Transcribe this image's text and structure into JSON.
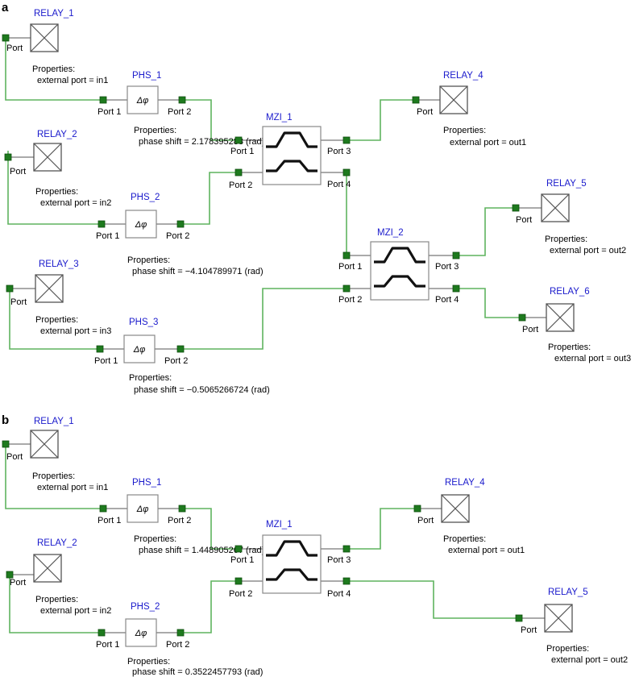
{
  "panels": [
    {
      "label": "a",
      "relays": [
        {
          "name": "RELAY_1",
          "port": "Port",
          "properties_title": "Properties:",
          "property": "external port = in1"
        },
        {
          "name": "RELAY_2",
          "port": "Port",
          "properties_title": "Properties:",
          "property": "external port = in2"
        },
        {
          "name": "RELAY_3",
          "port": "Port",
          "properties_title": "Properties:",
          "property": "external port = in3"
        },
        {
          "name": "RELAY_4",
          "port": "Port",
          "properties_title": "Properties:",
          "property": "external port = out1"
        },
        {
          "name": "RELAY_5",
          "port": "Port",
          "properties_title": "Properties:",
          "property": "external port = out2"
        },
        {
          "name": "RELAY_6",
          "port": "Port",
          "properties_title": "Properties:",
          "property": "external port = out3"
        }
      ],
      "phase_shifters": [
        {
          "name": "PHS_1",
          "symbol": "Δφ",
          "port1": "Port 1",
          "port2": "Port 2",
          "properties_title": "Properties:",
          "property": "phase shift = 2.178395288 (rad)"
        },
        {
          "name": "PHS_2",
          "symbol": "Δφ",
          "port1": "Port 1",
          "port2": "Port 2",
          "properties_title": "Properties:",
          "property": "phase shift = −4.104789971 (rad)"
        },
        {
          "name": "PHS_3",
          "symbol": "Δφ",
          "port1": "Port 1",
          "port2": "Port 2",
          "properties_title": "Properties:",
          "property": "phase shift = −0.5065266724 (rad)"
        }
      ],
      "mzis": [
        {
          "name": "MZI_1",
          "port1": "Port 1",
          "port2": "Port 2",
          "port3": "Port 3",
          "port4": "Port 4"
        },
        {
          "name": "MZI_2",
          "port1": "Port 1",
          "port2": "Port 2",
          "port3": "Port 3",
          "port4": "Port 4"
        }
      ]
    },
    {
      "label": "b",
      "relays": [
        {
          "name": "RELAY_1",
          "port": "Port",
          "properties_title": "Properties:",
          "property": "external port = in1"
        },
        {
          "name": "RELAY_2",
          "port": "Port",
          "properties_title": "Properties:",
          "property": "external port = in2"
        },
        {
          "name": "RELAY_4",
          "port": "Port",
          "properties_title": "Properties:",
          "property": "external port = out1"
        },
        {
          "name": "RELAY_5",
          "port": "Port",
          "properties_title": "Properties:",
          "property": "external port = out2"
        }
      ],
      "phase_shifters": [
        {
          "name": "PHS_1",
          "symbol": "Δφ",
          "port1": "Port 1",
          "port2": "Port 2",
          "properties_title": "Properties:",
          "property": "phase shift = 1.448905267 (rad)"
        },
        {
          "name": "PHS_2",
          "symbol": "Δφ",
          "port1": "Port 1",
          "port2": "Port 2",
          "properties_title": "Properties:",
          "property": "phase shift = 0.3522457793 (rad)"
        }
      ],
      "mzis": [
        {
          "name": "MZI_1",
          "port1": "Port 1",
          "port2": "Port 2",
          "port3": "Port 3",
          "port4": "Port 4"
        }
      ]
    }
  ],
  "colors": {
    "wire": "#5fb45f",
    "port_node": "#1e7a1e",
    "component_name": "#1a1acc",
    "box_border": "#888888"
  },
  "icons": {
    "relay": "x-box-icon",
    "phase_shifter": "delta-phi-icon",
    "mzi": "mzi-waveguide-icon"
  }
}
